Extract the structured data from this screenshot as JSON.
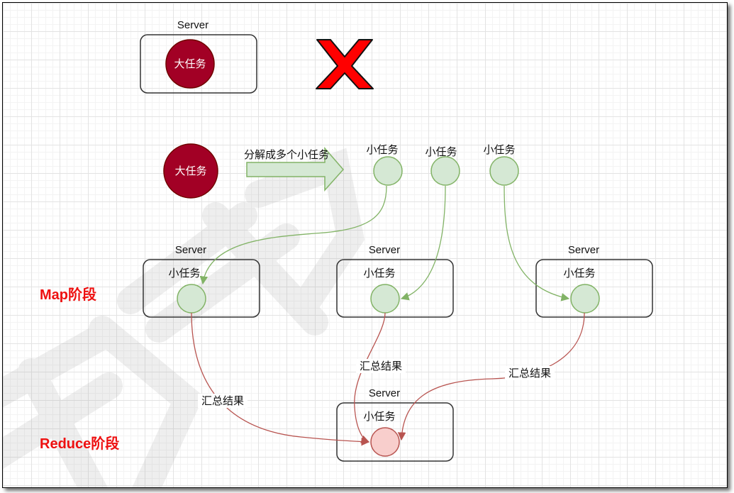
{
  "server_label": "Server",
  "big_task": "大任务",
  "small_task": "小任务",
  "split_label": "分解成多个小任务",
  "aggregate_label": "汇总结果",
  "map_phase": "Map阶段",
  "reduce_phase": "Reduce阶段",
  "watermark": "开课吧",
  "colors": {
    "big_task_fill": "#a20025",
    "small_task_fill": "#d5e8d4",
    "small_task_stroke": "#82b366",
    "reduce_task_fill": "#f8cecc",
    "reduce_task_stroke": "#b85450",
    "map_arrow": "#82b366",
    "reduce_arrow": "#b85450",
    "cross": "#ff0000",
    "phase_label": "#ee1111"
  }
}
